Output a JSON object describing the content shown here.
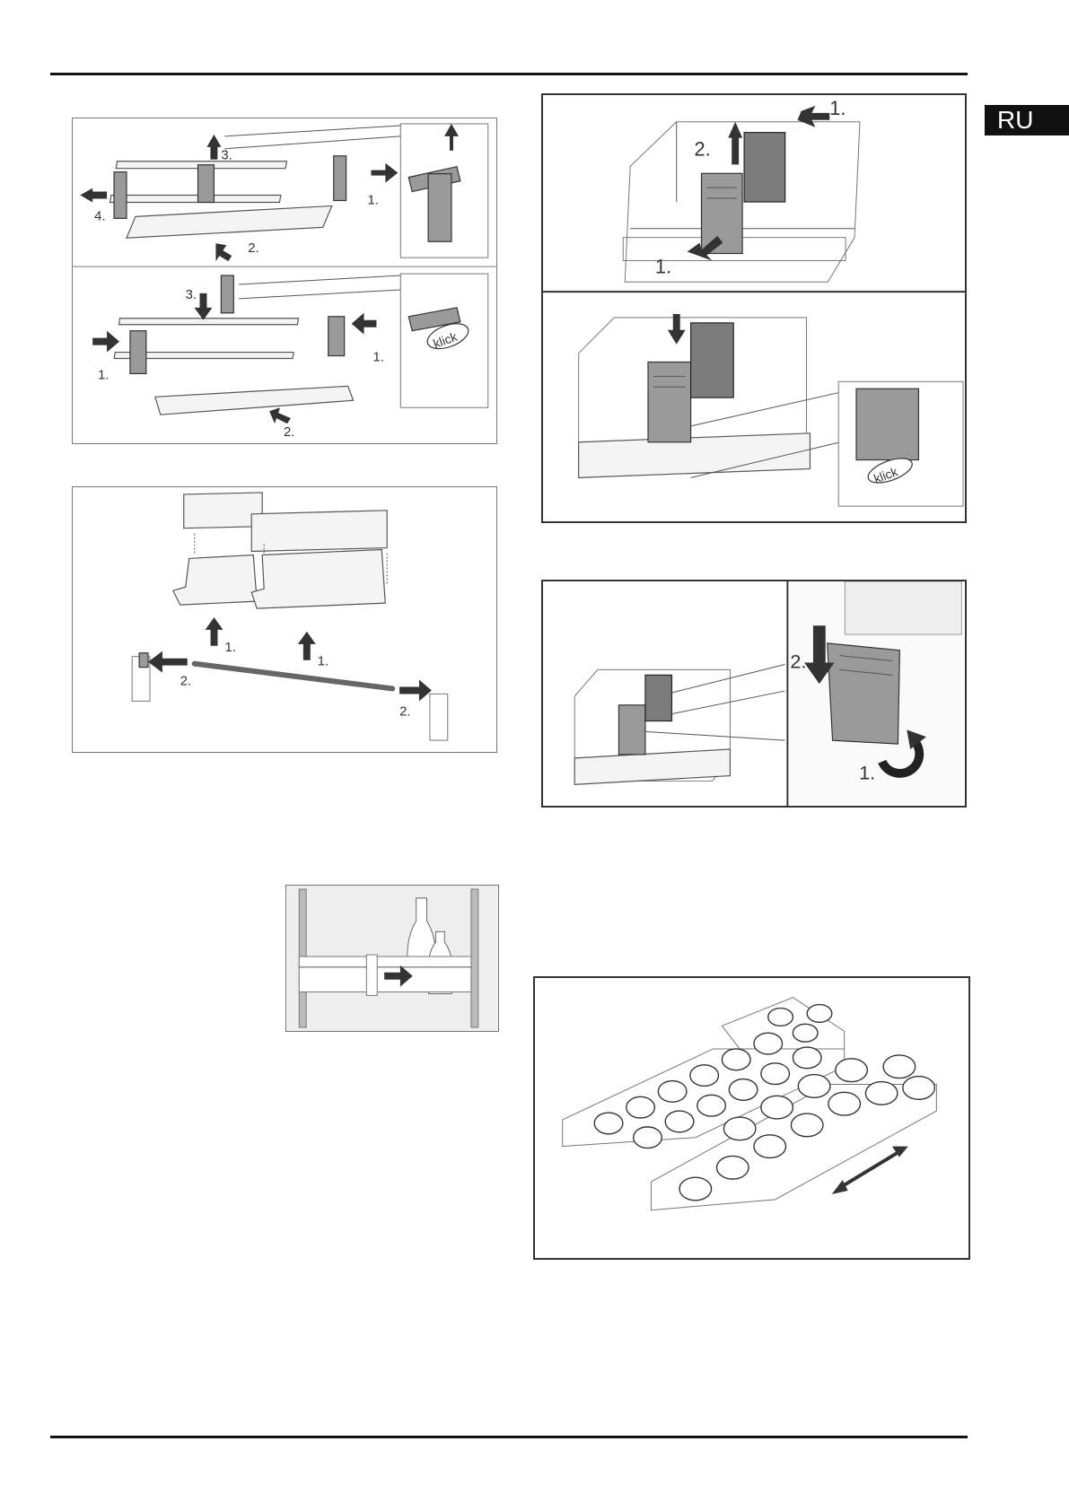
{
  "header": {
    "lang_code": "RU"
  },
  "figures": {
    "shelf_rail": {
      "top_labels": [
        "3.",
        "4.",
        "1.",
        "2."
      ],
      "bottom_labels": [
        "3.",
        "1.",
        "1.",
        "2."
      ],
      "klick": "klick"
    },
    "door_shelf": {
      "labels": [
        "1.",
        "1.",
        "2.",
        "2."
      ]
    },
    "bottle_holder": {},
    "drawer_divider": {
      "top_labels": [
        "1.",
        "2.",
        "1."
      ],
      "klick": "klick"
    },
    "drawer_release": {
      "labels": [
        "2.",
        "1."
      ]
    },
    "egg_tray": {}
  },
  "colors": {
    "accent": "#111111",
    "part_grey": "#9a9a9a",
    "frame": "#777777"
  }
}
